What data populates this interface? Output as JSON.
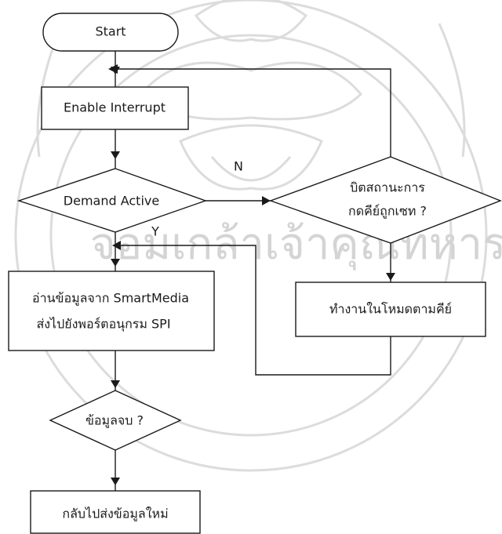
{
  "flowchart": {
    "start": "Start",
    "enable_interrupt": "Enable Interrupt",
    "demand_active": "Demand Active",
    "branch_no": "N",
    "branch_yes": "Y",
    "check_state_line1": "บิตสถานะการ",
    "check_state_line2": "กดคีย์ถูกเซท ?",
    "key_mode": "ทำงานในโหมดตามคีย์",
    "read_line1": "อ่านข้อมูลจาก SmartMedia",
    "read_line2": "ส่งไปยังพอร์ตอนุกรม SPI",
    "data_end": "ข้อมูลจบ ?",
    "resend": "กลับไปส่งข้อมูลใหม่"
  },
  "watermark": {
    "text": "จอมเกล้าเจ้าคุณทหาร"
  }
}
